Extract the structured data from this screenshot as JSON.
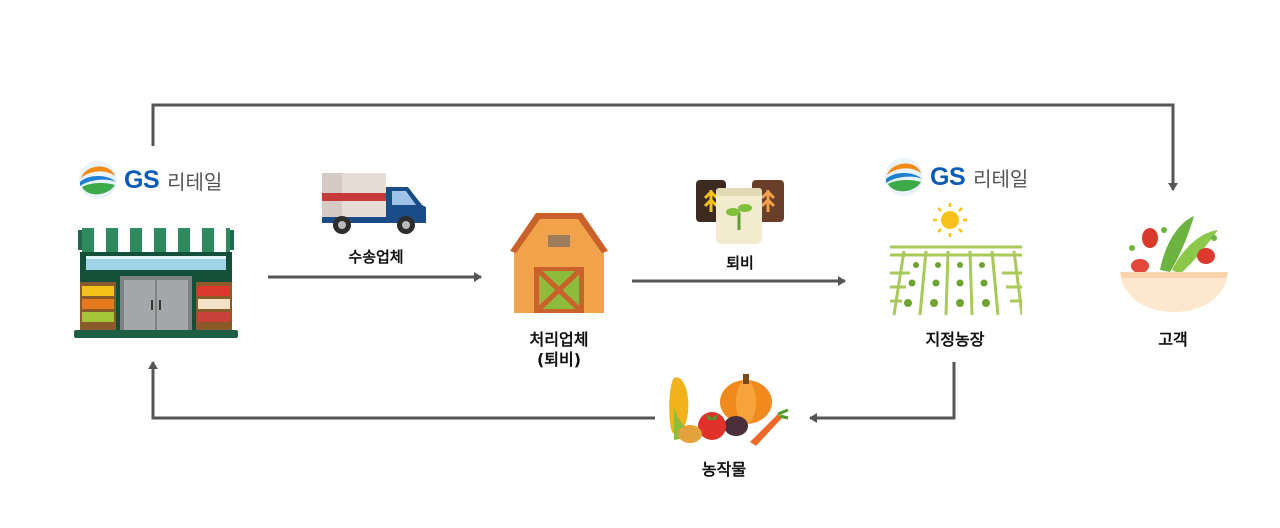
{
  "logos": {
    "left": {
      "brand": "GS",
      "name": "리테일"
    },
    "right": {
      "brand": "GS",
      "name": "리테일"
    }
  },
  "nodes": {
    "transport": "수송업체",
    "processor_line1": "처리업체",
    "processor_line2": "(퇴비)",
    "compost": "퇴비",
    "farm": "지정농장",
    "customer": "고객",
    "crops": "농작물"
  },
  "colors": {
    "arrow": "#555555",
    "gs_blue": "#0a5bb8",
    "gs_orange": "#f28a1a",
    "gs_green": "#3daa4a"
  }
}
